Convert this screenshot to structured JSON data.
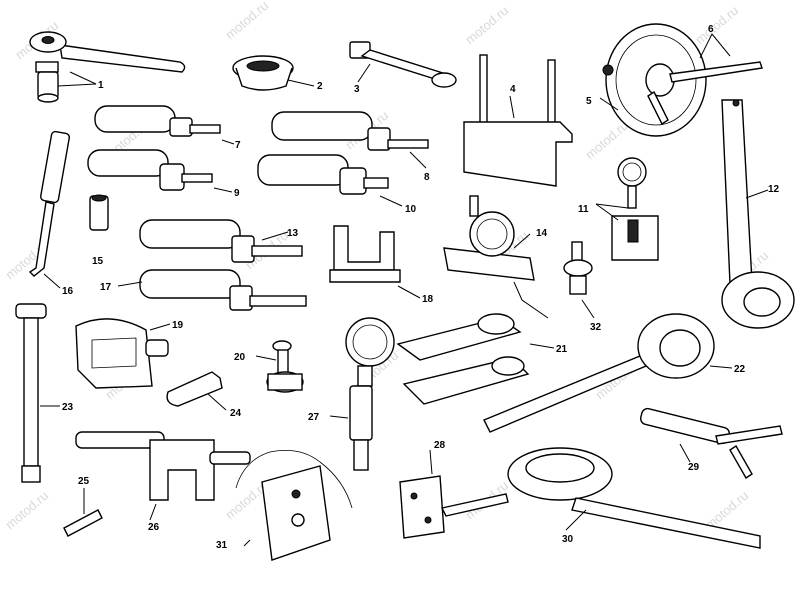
{
  "watermark": "motod.ru",
  "callouts": [
    "1",
    "2",
    "3",
    "4",
    "5",
    "6",
    "7",
    "8",
    "9",
    "10",
    "11",
    "12",
    "13",
    "14",
    "15",
    "16",
    "17",
    "18",
    "19",
    "20",
    "21",
    "22",
    "23",
    "24",
    "25",
    "26",
    "27",
    "28",
    "29",
    "30",
    "31",
    "32"
  ]
}
